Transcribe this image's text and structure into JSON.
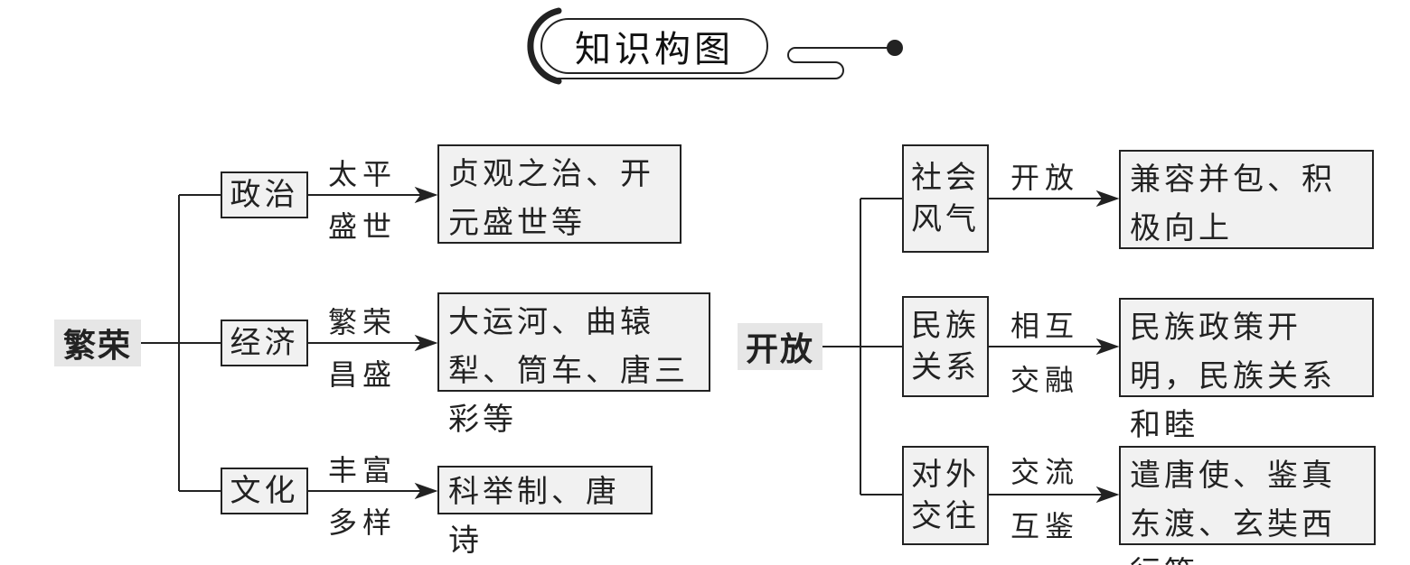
{
  "title": "知识构图",
  "left": {
    "root": "繁荣",
    "branches": [
      {
        "category": "政治",
        "label_top": "太平",
        "label_bottom": "盛世",
        "result": "贞观之治、开元盛世等"
      },
      {
        "category": "经济",
        "label_top": "繁荣",
        "label_bottom": "昌盛",
        "result": "大运河、曲辕犁、筒车、唐三彩等"
      },
      {
        "category": "文化",
        "label_top": "丰富",
        "label_bottom": "多样",
        "result": "科举制、唐诗"
      }
    ]
  },
  "right": {
    "root": "开放",
    "branches": [
      {
        "category": "社会风气",
        "label_top": "开放",
        "label_bottom": "",
        "result": "兼容并包、积极向上"
      },
      {
        "category": "民族关系",
        "label_top": "相互",
        "label_bottom": "交融",
        "result": "民族政策开明，民族关系和睦"
      },
      {
        "category": "对外交往",
        "label_top": "交流",
        "label_bottom": "互鉴",
        "result": "遣唐使、鉴真东渡、玄奘西行等"
      }
    ]
  }
}
